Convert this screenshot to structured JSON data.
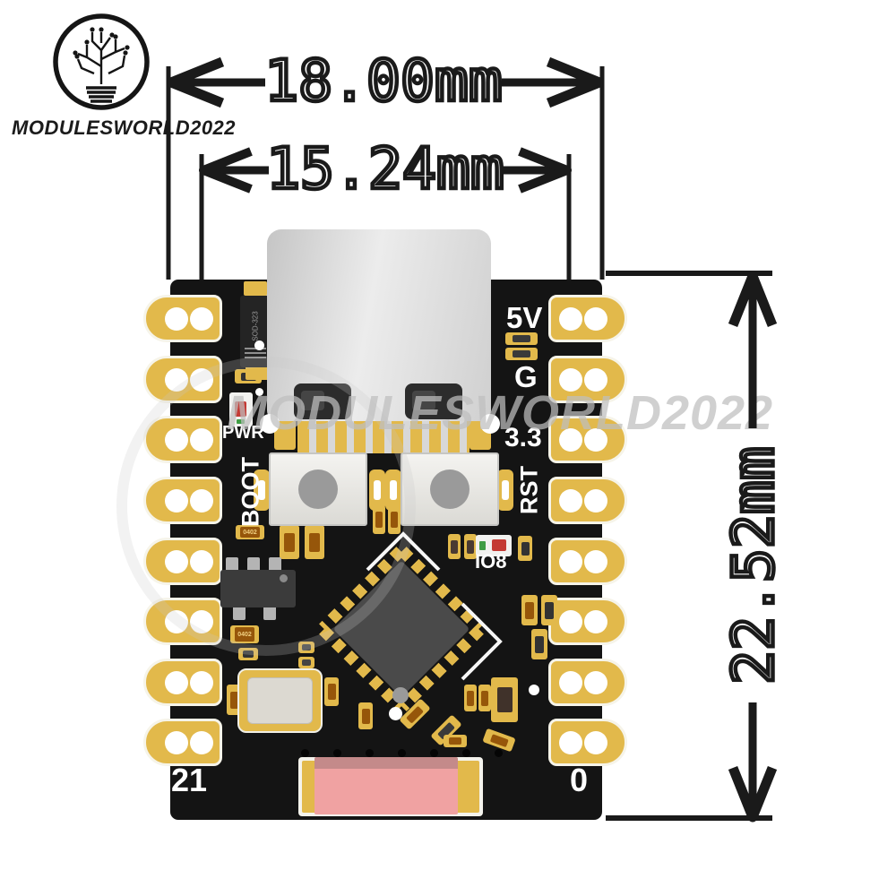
{
  "brand": {
    "logo_icon": "circuit-tree-bulb-icon",
    "name": "MODULESWORLD2022"
  },
  "watermark": {
    "text": "MODULESWORLD2022"
  },
  "dimensions": {
    "board_width_label": "18.00mm",
    "pin_pitch_width_label": "15.24mm",
    "board_height_label": "22.52mm"
  },
  "board": {
    "pads_per_side": 8,
    "silkscreen_labels": {
      "pin_5v": "5V",
      "pin_gnd": "G",
      "pin_3v3": "3.3",
      "rst": "RST",
      "pwr": "PWR",
      "boot": "BOOT",
      "io8": "IO8",
      "pin_21": "21",
      "pin_0": "0"
    },
    "component_markings": {
      "diode_package": "SOD-323",
      "resistor_package": "0402"
    },
    "colors": {
      "pcb": "#141414",
      "pad_gold": "#e2b94b",
      "silk": "#ffffff",
      "usb_shell": "#d9d9d9",
      "button_face": "#eeede9",
      "button_dot": "#9a9a9a",
      "chip_body": "#4a4a4a",
      "antenna_pink": "#f0a2a2",
      "led_red": "#c43a34",
      "led_green": "#3f9d44",
      "res_brown": "#96560a",
      "dim_ink": "#1a1a1a",
      "watermark_grey": "#bfbfbf"
    }
  }
}
